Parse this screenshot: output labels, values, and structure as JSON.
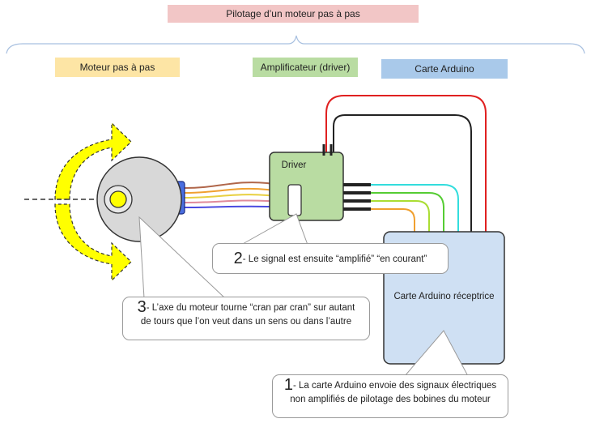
{
  "title": "Pilotage d’un moteur pas à pas",
  "headers": {
    "motor": "Moteur pas à pas",
    "driver": "Amplificateur (driver)",
    "arduino": "Carte Arduino"
  },
  "components": {
    "driver_label": "Driver",
    "arduino_label": "Carte Arduino réceptrice"
  },
  "callouts": {
    "step1": {
      "number": "1",
      "line1": "- La carte Arduino envoie des signaux électriques",
      "line2": "non amplifiés de pilotage des bobines du moteur"
    },
    "step2": {
      "number": "2",
      "line1": "- Le signal est ensuite “amplifié” “en courant”"
    },
    "step3": {
      "number": "3",
      "line1": "- L’axe du moteur tourne “cran par cran” sur autant",
      "line2": "de tours que l’on veut dans un sens ou dans l’autre"
    }
  },
  "colors": {
    "title_bg": "#f2c6c6",
    "motor_header_bg": "#fde5a5",
    "driver_header_bg": "#b9dca2",
    "arduino_header_bg": "#a9c9ea",
    "driver_fill": "#b9dca2",
    "arduino_fill": "#cfe0f3",
    "arrow_fill": "#ffff00",
    "wire_red": "#e02020",
    "wire_black": "#222222",
    "wire_cyan": "#33dddd",
    "wire_green": "#55cc33",
    "wire_orange": "#f0a030"
  }
}
